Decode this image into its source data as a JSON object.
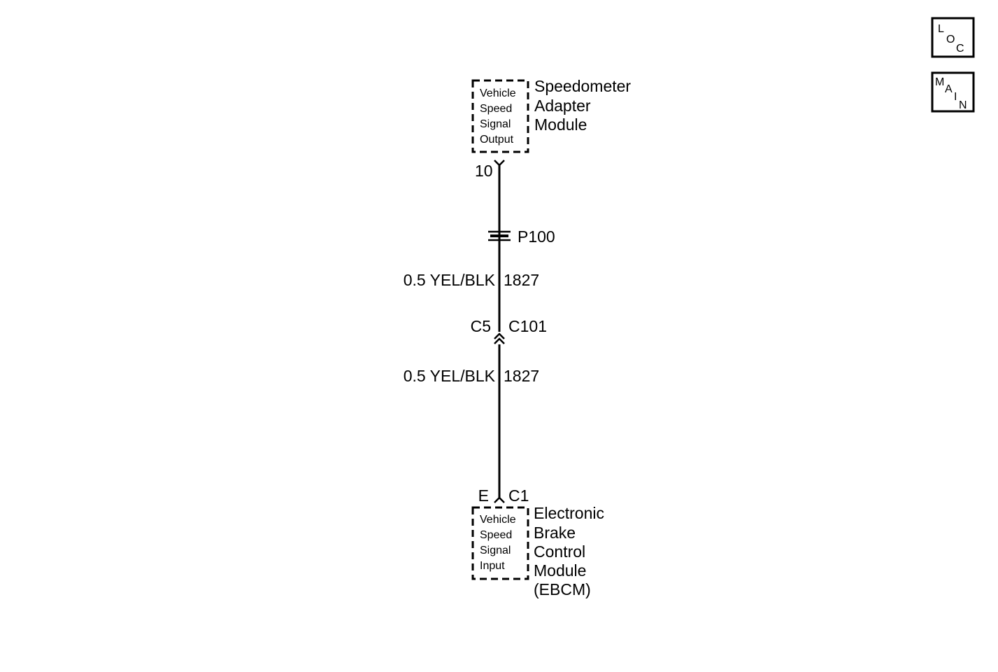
{
  "top_module": {
    "box_lines": [
      "Vehicle",
      "Speed",
      "Signal",
      "Output"
    ],
    "name_lines": [
      "Speedometer",
      "Adapter",
      "Module"
    ],
    "pin": "10"
  },
  "splice": {
    "label": "P100"
  },
  "wire_upper": {
    "gauge_color": "0.5 YEL/BLK",
    "circuit": "1827"
  },
  "connector": {
    "cavity": "C5",
    "label": "C101"
  },
  "wire_lower": {
    "gauge_color": "0.5 YEL/BLK",
    "circuit": "1827"
  },
  "bottom_module": {
    "pin": "E",
    "connector": "C1",
    "box_lines": [
      "Vehicle",
      "Speed",
      "Signal",
      "Input"
    ],
    "name_lines": [
      "Electronic",
      "Brake",
      "Control",
      "Module",
      "(EBCM)"
    ]
  },
  "nav": {
    "loc": [
      "L",
      "O",
      "C"
    ],
    "main": [
      "M",
      "A",
      "I",
      "N"
    ]
  }
}
